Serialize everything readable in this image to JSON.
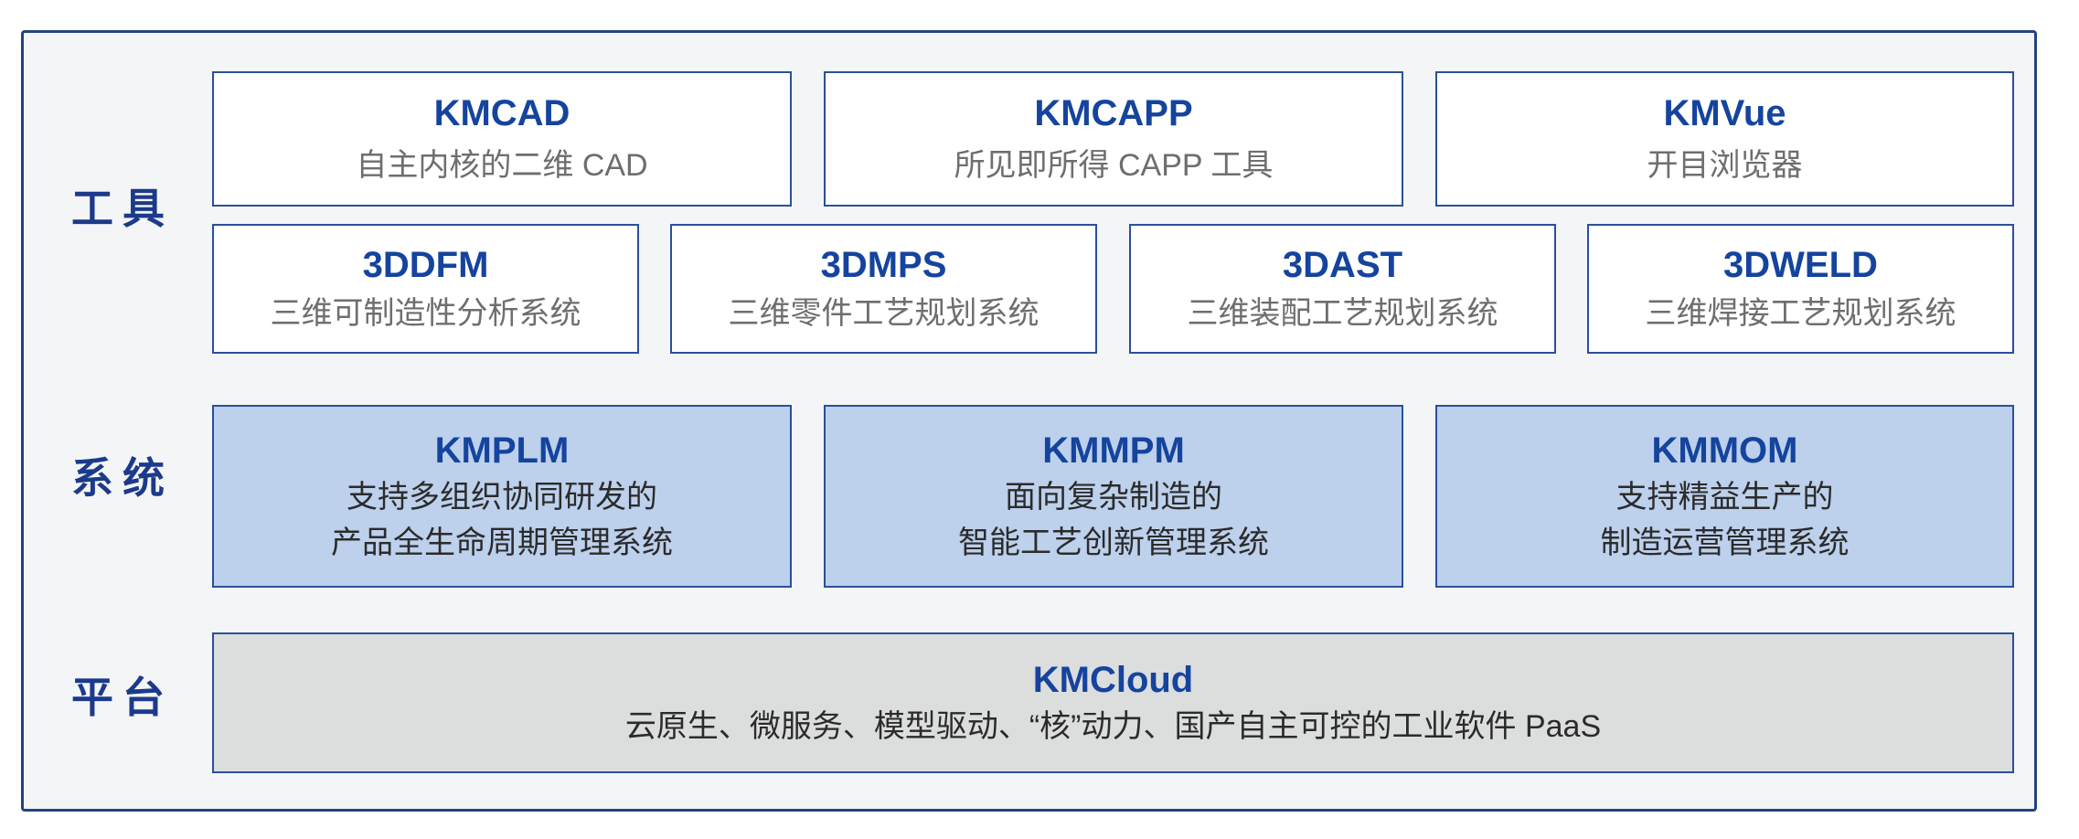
{
  "palette": {
    "container_fill": "#f4f5f6",
    "container_border": "#24427f",
    "box_border": "#2b4f9d",
    "title_blue": "#15449e",
    "label_navy": "#1c3a8c",
    "desc_gray": "#6e6e6e",
    "desc_dark": "#2b2b2b",
    "system_box_fill": "#bdd0ec",
    "platform_box_fill": "#dcdddd"
  },
  "sections": {
    "tools": {
      "label": "工具",
      "row1": [
        {
          "title": "KMCAD",
          "desc": "自主内核的二维 CAD"
        },
        {
          "title": "KMCAPP",
          "desc": "所见即所得 CAPP 工具"
        },
        {
          "title": "KMVue",
          "desc": "开目浏览器"
        }
      ],
      "row2": [
        {
          "title": "3DDFM",
          "desc": "三维可制造性分析系统"
        },
        {
          "title": "3DMPS",
          "desc": "三维零件工艺规划系统"
        },
        {
          "title": "3DAST",
          "desc": "三维装配工艺规划系统"
        },
        {
          "title": "3DWELD",
          "desc": "三维焊接工艺规划系统"
        }
      ]
    },
    "systems": {
      "label": "系统",
      "items": [
        {
          "title": "KMPLM",
          "desc_line1": "支持多组织协同研发的",
          "desc_line2": "产品全生命周期管理系统"
        },
        {
          "title": "KMMPM",
          "desc_line1": "面向复杂制造的",
          "desc_line2": "智能工艺创新管理系统"
        },
        {
          "title": "KMMOM",
          "desc_line1": "支持精益生产的",
          "desc_line2": "制造运营管理系统"
        }
      ]
    },
    "platform": {
      "label": "平台",
      "items": [
        {
          "title": "KMCloud",
          "desc": "云原生、微服务、模型驱动、“核”动力、国产自主可控的工业软件 PaaS"
        }
      ]
    }
  }
}
